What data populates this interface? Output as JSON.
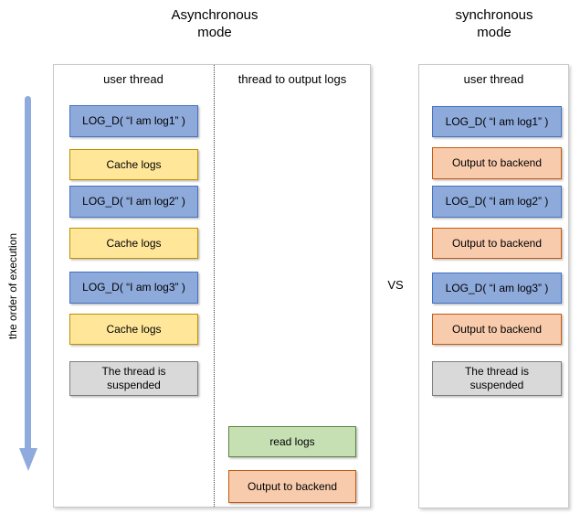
{
  "colors": {
    "blue": {
      "fill": "#8EAADB",
      "border": "#4472C4"
    },
    "yellow": {
      "fill": "#FFE699",
      "border": "#BF9000"
    },
    "orange": {
      "fill": "#F8CBAD",
      "border": "#C55A11"
    },
    "green": {
      "fill": "#C6E0B4",
      "border": "#5B8340"
    },
    "gray": {
      "fill": "#D9D9D9",
      "border": "#7F7F7F"
    },
    "arrow": "#8FAADC"
  },
  "header": {
    "left_title": "Asynchronous\nmode",
    "right_title": "synchronous\nmode",
    "vs": "VS"
  },
  "axis": {
    "label": "the order of execution"
  },
  "async_panel": {
    "user_thread_header": "user thread",
    "output_thread_header": "thread to output logs",
    "user_thread_boxes": [
      {
        "label": "LOG_D( “I am log1” )",
        "style": "blue"
      },
      {
        "label": "Cache logs",
        "style": "yellow"
      },
      {
        "label": "LOG_D( “I am log2” )",
        "style": "blue"
      },
      {
        "label": "Cache logs",
        "style": "yellow"
      },
      {
        "label": "LOG_D( “I am log3” )",
        "style": "blue"
      },
      {
        "label": "Cache logs",
        "style": "yellow"
      },
      {
        "label": "The thread is\nsuspended",
        "style": "gray"
      }
    ],
    "output_thread_boxes": [
      {
        "label": "read logs",
        "style": "green"
      },
      {
        "label": "Output to backend",
        "style": "orange"
      }
    ]
  },
  "sync_panel": {
    "user_thread_header": "user thread",
    "boxes": [
      {
        "label": "LOG_D( “I am log1” )",
        "style": "blue"
      },
      {
        "label": "Output to backend",
        "style": "orange"
      },
      {
        "label": "LOG_D( “I am log2” )",
        "style": "blue"
      },
      {
        "label": "Output to backend",
        "style": "orange"
      },
      {
        "label": "LOG_D( “I am log3” )",
        "style": "blue"
      },
      {
        "label": "Output to backend",
        "style": "orange"
      },
      {
        "label": "The thread is\nsuspended",
        "style": "gray"
      }
    ]
  }
}
